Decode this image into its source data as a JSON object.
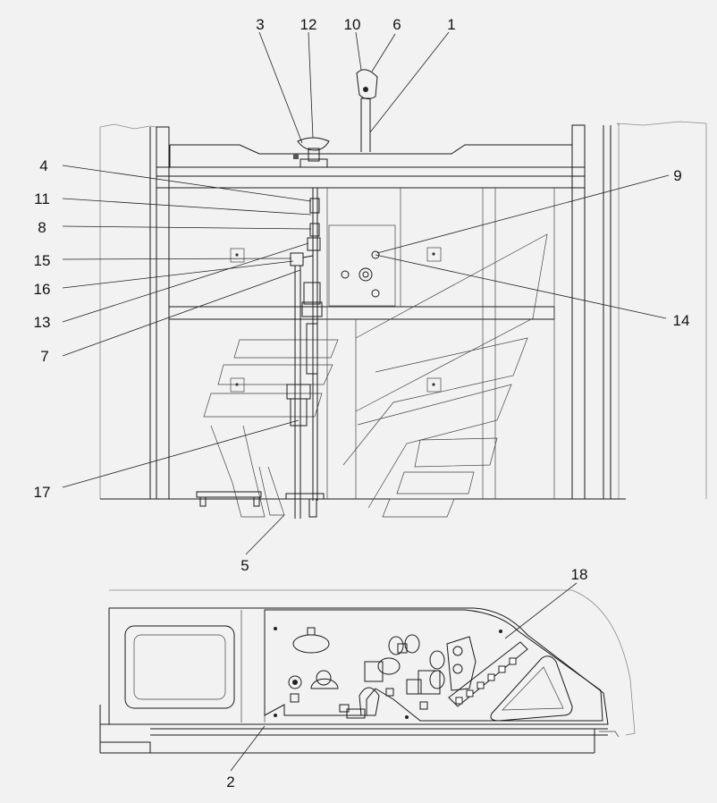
{
  "callouts": [
    {
      "id": "3",
      "text": "3"
    },
    {
      "id": "12",
      "text": "12"
    },
    {
      "id": "10",
      "text": "10"
    },
    {
      "id": "6",
      "text": "6"
    },
    {
      "id": "1",
      "text": "1"
    },
    {
      "id": "4",
      "text": "4"
    },
    {
      "id": "11",
      "text": "11"
    },
    {
      "id": "8",
      "text": "8"
    },
    {
      "id": "9",
      "text": "9"
    },
    {
      "id": "15",
      "text": "15"
    },
    {
      "id": "16",
      "text": "16"
    },
    {
      "id": "13",
      "text": "13"
    },
    {
      "id": "14",
      "text": "14"
    },
    {
      "id": "7",
      "text": "7"
    },
    {
      "id": "17",
      "text": "17"
    },
    {
      "id": "5",
      "text": "5"
    },
    {
      "id": "18",
      "text": "18"
    },
    {
      "id": "2",
      "text": "2"
    }
  ]
}
